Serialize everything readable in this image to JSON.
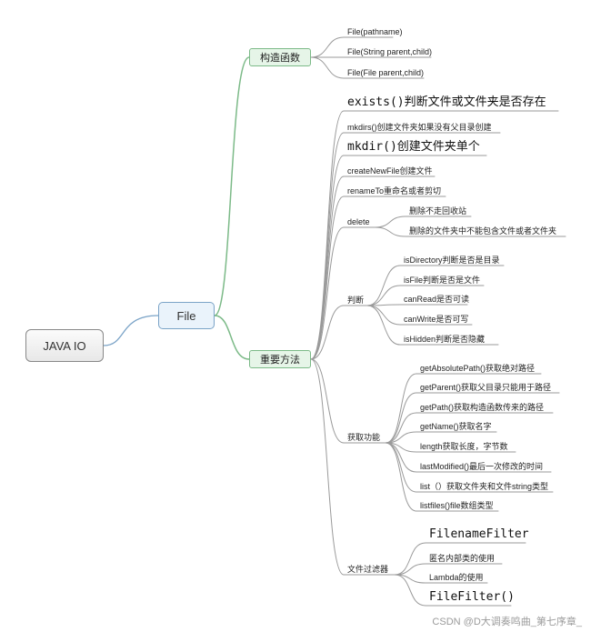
{
  "root": {
    "label": "JAVA IO"
  },
  "main": {
    "label": "File"
  },
  "constructors": {
    "label": "构造函数",
    "items": [
      "File(pathname)",
      "File(String parent,child)",
      "File(File parent,child)"
    ]
  },
  "methods": {
    "label": "重要方法",
    "exists": "exists()判断文件或文件夹是否存在",
    "mkdirs": "mkdirs()创建文件夹如果没有父目录创建",
    "mkdir": "mkdir()创建文件夹单个",
    "createNewFile": "createNewFile创建文件",
    "renameTo": "renameTo重命名或者剪切",
    "delete": {
      "label": "delete",
      "items": [
        "删除不走回收站",
        "删除的文件夹中不能包含文件或者文件夹"
      ]
    },
    "judge": {
      "label": "判断",
      "items": [
        "isDirectory判断是否是目录",
        "isFile判断是否是文件",
        "canRead是否可读",
        "canWrite是否可写",
        "isHidden判断是否隐藏"
      ]
    },
    "get": {
      "label": "获取功能",
      "items": [
        "getAbsolutePath()获取绝对路径",
        "getParent()获取父目录只能用于路径",
        "getPath()获取构造函数传来的路径",
        "getName()获取名字",
        "length获取长度，字节数",
        "lastModified()最后一次修改的时间",
        "list（）获取文件夹和文件string类型",
        "listfiles()file数组类型"
      ]
    },
    "filter": {
      "label": "文件过滤器",
      "items": [
        "FilenameFilter",
        "匿名内部类的使用",
        "Lambda的使用",
        "FileFilter()"
      ]
    }
  },
  "watermark": "CSDN @D大调奏鸣曲_第七序章_"
}
